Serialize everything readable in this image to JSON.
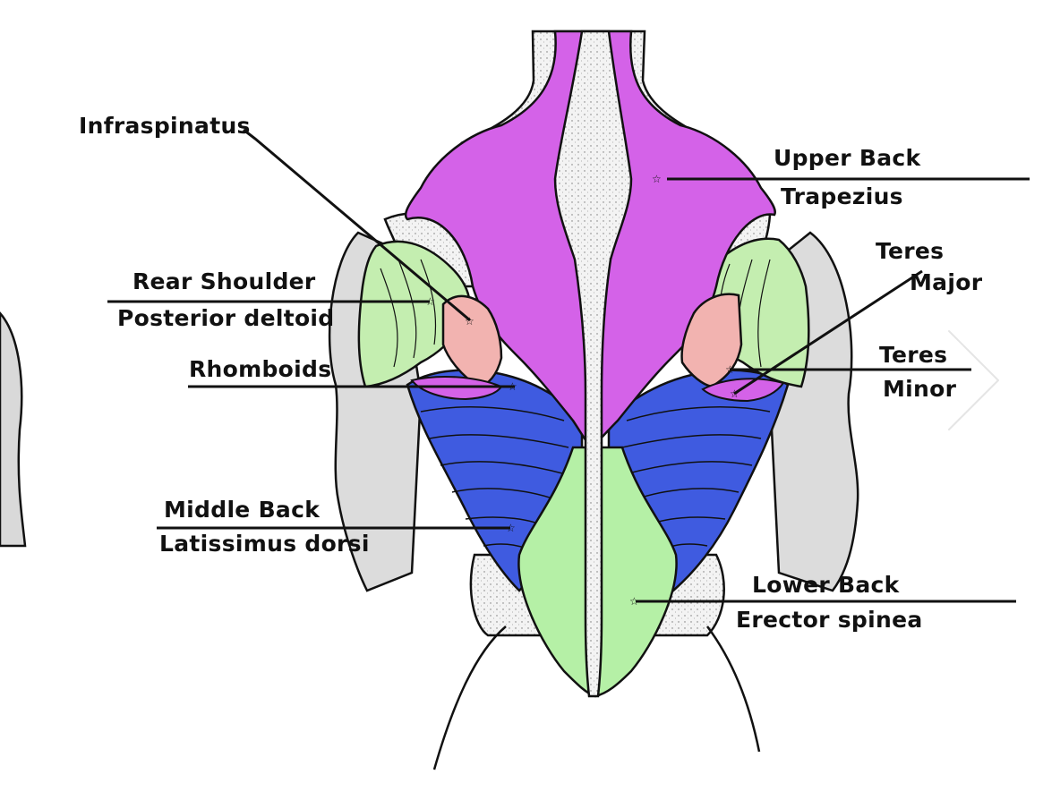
{
  "labels": {
    "infraspinatus": "Infraspinatus",
    "upper_back": "Upper Back",
    "trapezius": "Trapezius",
    "teres_major_1": "Teres",
    "teres_major_2": "Major",
    "rear_shoulder": "Rear Shoulder",
    "posterior_deltoid": "Posterior deltoid",
    "rhomboids": "Rhomboids",
    "teres_minor_1": "Teres",
    "teres_minor_2": "Minor",
    "middle_back": "Middle Back",
    "latissimus_dorsi": "Latissimus dorsi",
    "lower_back": "Lower Back",
    "erector_spinea": "Erector spinea"
  },
  "colors": {
    "trapezius": "#d462e8",
    "latissimus": "#3f5be0",
    "erector": "#b5f0a6",
    "deltoid": "#c4eeb0",
    "rhomboid": "#f2b3b0",
    "arm": "#d9d9d9",
    "spine": "#f4f4f4",
    "outline": "#111111"
  },
  "icons": [
    "next-arrow-icon",
    "watermark-logo-icon"
  ]
}
